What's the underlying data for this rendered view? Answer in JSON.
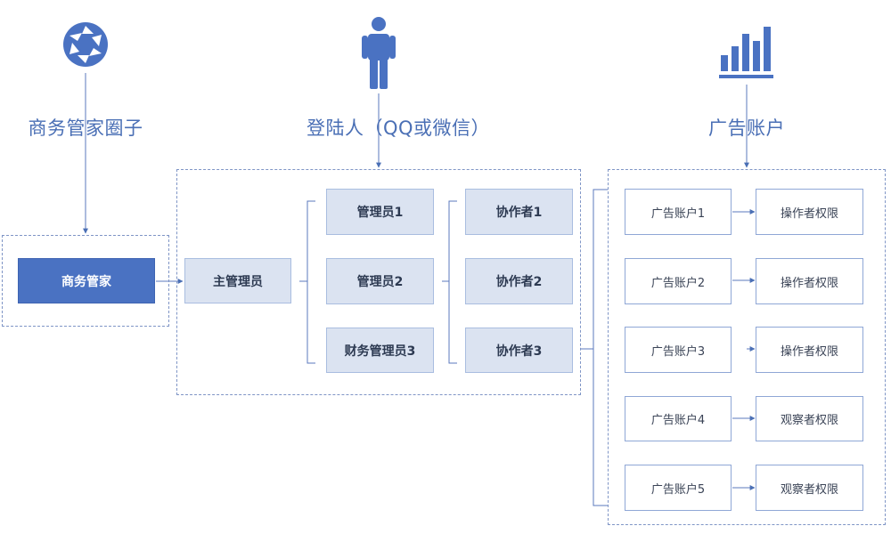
{
  "headings": {
    "circle": "商务管家圈子",
    "login": "登陆人（QQ或微信）",
    "ad_accounts": "广告账户"
  },
  "icons": {
    "circle": "aperture-icon",
    "login": "person-icon",
    "ad_accounts": "bar-chart-icon"
  },
  "nodes": {
    "business_manager": "商务管家",
    "main_admin": "主管理员",
    "admins": [
      "管理员1",
      "管理员2",
      "财务管理员3"
    ],
    "collaborators": [
      "协作者1",
      "协作者2",
      "协作者3"
    ],
    "ad_accounts": [
      "广告账户1",
      "广告账户2",
      "广告账户3",
      "广告账户4",
      "广告账户5"
    ],
    "permissions": [
      "操作者权限",
      "操作者权限",
      "操作者权限",
      "观察者权限",
      "观察者权限"
    ]
  },
  "colors": {
    "accent": "#4a72c2",
    "light_fill": "#dbe3f1",
    "line": "#5b79bd"
  }
}
